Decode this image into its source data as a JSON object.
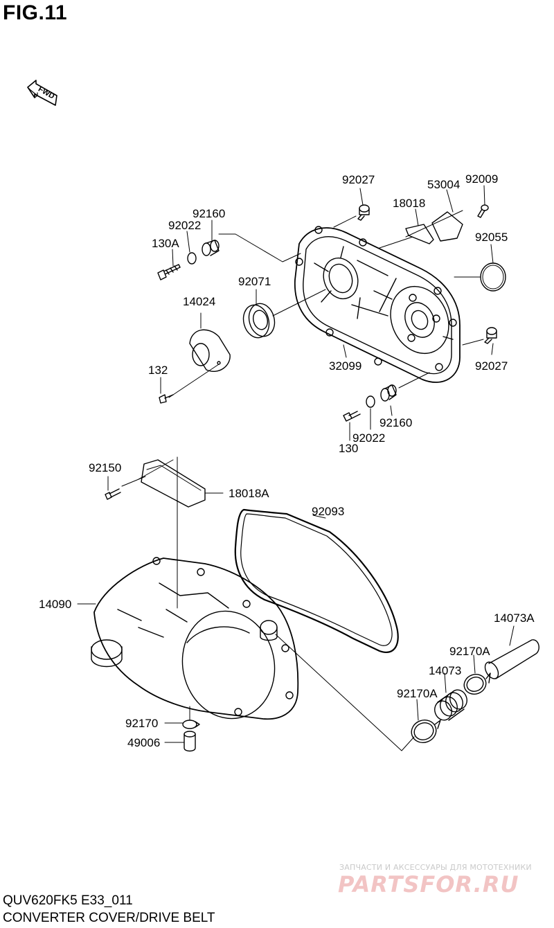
{
  "figure": {
    "title": "FIG.11",
    "direction_marker": "FWD"
  },
  "footer": {
    "model_code": "QUV620FK5 E33_011",
    "caption": "CONVERTER COVER/DRIVE BELT"
  },
  "watermark": {
    "tagline": "ЗАПЧАСТИ И АКСЕССУАРЫ ДЛЯ МОТОТЕХНИКИ",
    "brand": "PARTSFOR.RU"
  },
  "part_labels": {
    "p92027_top": "92027",
    "p53004": "53004",
    "p92009": "92009",
    "p18018": "18018",
    "p92160_top": "92160",
    "p92022_top": "92022",
    "p130a": "130A",
    "p92055": "92055",
    "p92071": "92071",
    "p14024": "14024",
    "p132": "132",
    "p32099": "32099",
    "p92027_right": "92027",
    "p92160_bottom": "92160",
    "p92022_bottom": "92022",
    "p130": "130",
    "p92150": "92150",
    "p18018a": "18018A",
    "p92093": "92093",
    "p14090": "14090",
    "p14073a": "14073A",
    "p92170a_right": "92170A",
    "p14073": "14073",
    "p92170a_left": "92170A",
    "p92170": "92170",
    "p49006": "49006"
  }
}
